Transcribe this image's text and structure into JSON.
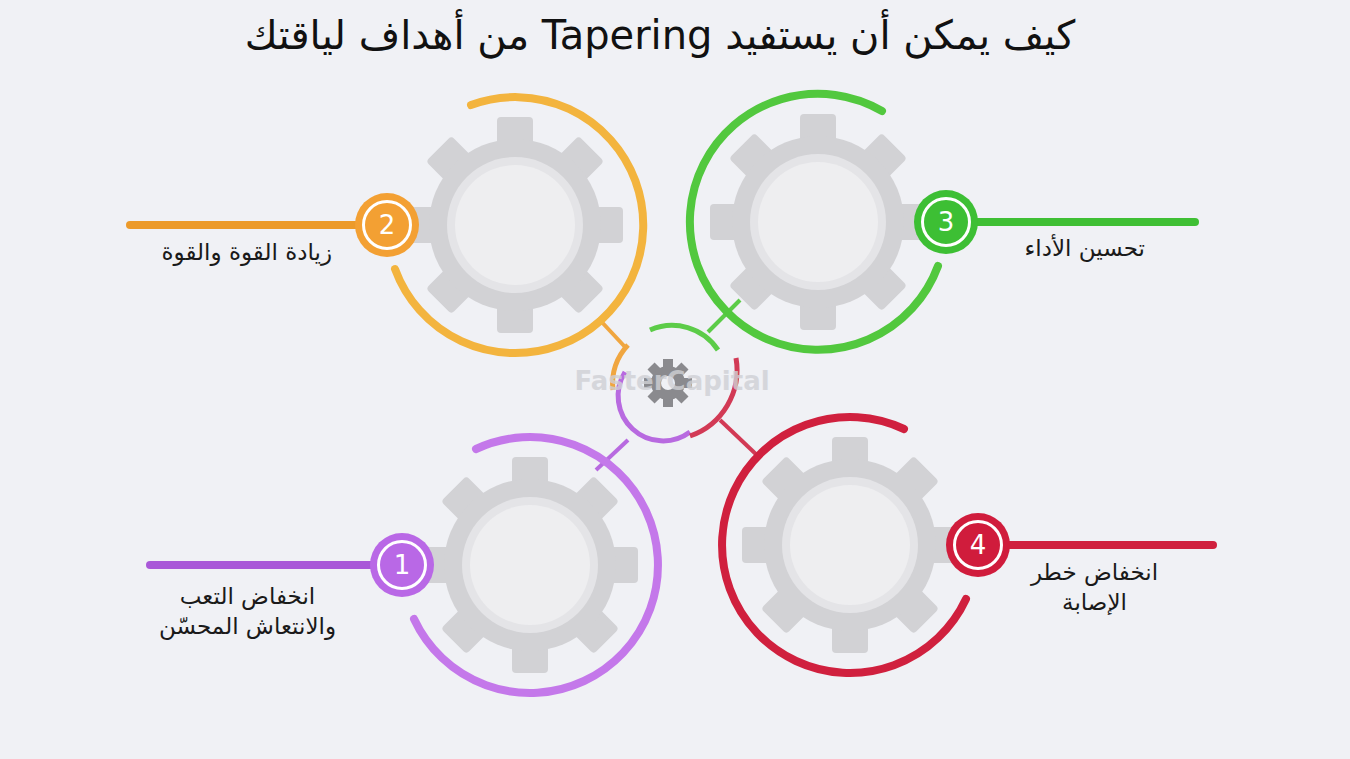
{
  "diagram": {
    "title": "كيف يمكن أن يستفيد Tapering من أهداف لياقتك",
    "nodes": [
      {
        "text": [
          "1",
          "انخفاض التعب والانتعاش المحسّن"
        ]
      },
      {
        "text": [
          "2",
          "زيادة القوة والقوة"
        ]
      },
      {
        "text": [
          "3",
          "تحسين الأداء"
        ]
      },
      {
        "text": [
          "4",
          "انخفاض خطر الإصابة"
        ]
      }
    ],
    "labels": [
      "FasterCapital"
    ]
  }
}
